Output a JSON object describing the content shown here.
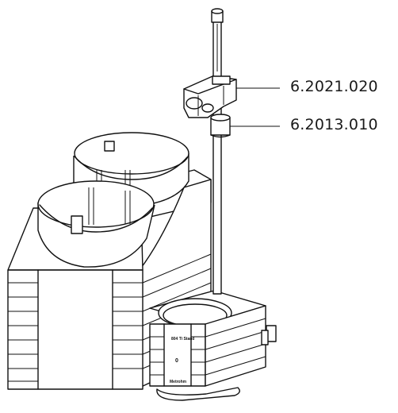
{
  "callouts": [
    {
      "id": "holder",
      "part_number": "6.2021.020"
    },
    {
      "id": "ring",
      "part_number": "6.2013.010"
    }
  ],
  "stand_panel": {
    "name": "804 Ti Stand",
    "digit": "0",
    "brand": "Metrohm"
  }
}
